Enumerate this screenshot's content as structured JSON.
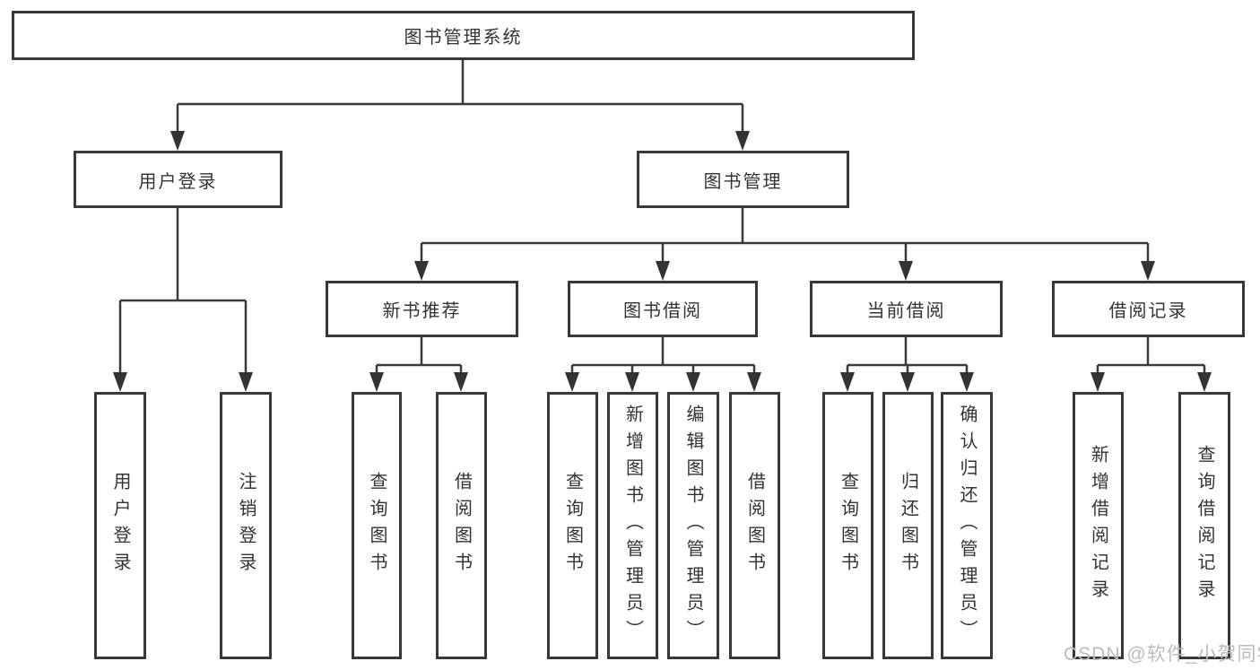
{
  "diagram": {
    "root": {
      "label": "图书管理系统"
    },
    "level2": [
      {
        "label": "用户登录"
      },
      {
        "label": "图书管理"
      }
    ],
    "level3": [
      {
        "label": "新书推荐"
      },
      {
        "label": "图书借阅"
      },
      {
        "label": "当前借阅"
      },
      {
        "label": "借阅记录"
      }
    ],
    "leaves": [
      {
        "label": "用户登录"
      },
      {
        "label": "注销登录"
      },
      {
        "label": "查询图书"
      },
      {
        "label": "借阅图书"
      },
      {
        "label": "查询图书"
      },
      {
        "label": "新增图书（管理员）"
      },
      {
        "label": "编辑图书（管理员）"
      },
      {
        "label": "借阅图书"
      },
      {
        "label": "查询图书"
      },
      {
        "label": "归还图书"
      },
      {
        "label": "确认归还（管理员）"
      },
      {
        "label": "新增借阅记录"
      },
      {
        "label": "查询借阅记录"
      }
    ],
    "colors": {
      "line": "#3a3a3a",
      "border": "#383838",
      "text": "#333333",
      "watermark": "#bcbcbc",
      "background": "#ffffff"
    }
  },
  "watermark": {
    "text": "CSDN @软件_小贺同学"
  }
}
